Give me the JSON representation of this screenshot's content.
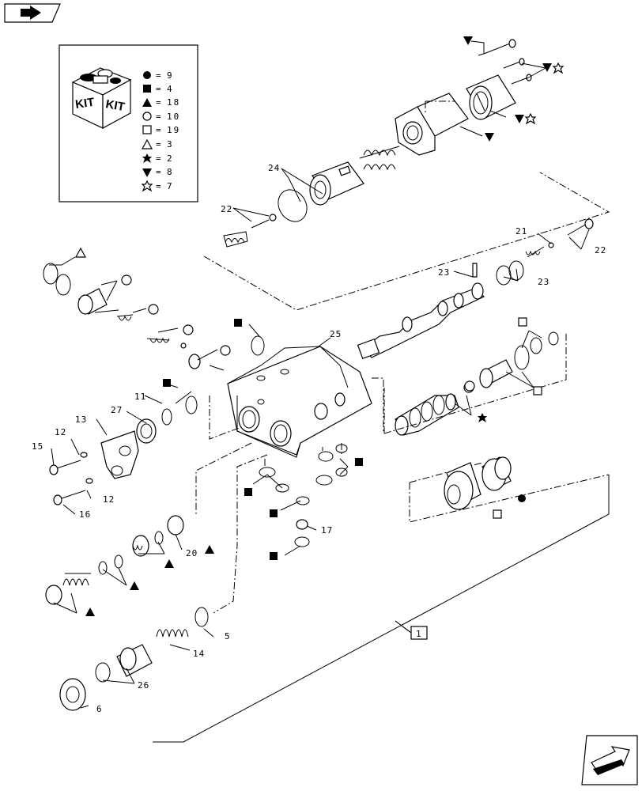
{
  "kit": {
    "word_left": "KIT",
    "word_right": "KIT",
    "legend": [
      {
        "symbol": "filled-circle",
        "eq": "=",
        "count": "9"
      },
      {
        "symbol": "filled-square",
        "eq": "=",
        "count": "4"
      },
      {
        "symbol": "filled-triangle",
        "eq": "=",
        "count": "18"
      },
      {
        "symbol": "open-circle",
        "eq": "=",
        "count": "10"
      },
      {
        "symbol": "open-square",
        "eq": "=",
        "count": "19"
      },
      {
        "symbol": "open-triangle",
        "eq": "=",
        "count": "3"
      },
      {
        "symbol": "filled-star",
        "eq": "=",
        "count": "2"
      },
      {
        "symbol": "filled-down-triangle",
        "eq": "=",
        "count": "8"
      },
      {
        "symbol": "open-star",
        "eq": "=",
        "count": "7"
      }
    ]
  },
  "callouts": {
    "c1": "1",
    "c5": "5",
    "c6": "6",
    "c11": "11",
    "c12a": "12",
    "c12b": "12",
    "c13": "13",
    "c14": "14",
    "c15": "15",
    "c16": "16",
    "c17": "17",
    "c20": "20",
    "c21": "21",
    "c22a": "22",
    "c22b": "22",
    "c23a": "23",
    "c23b": "23",
    "c24": "24",
    "c25": "25",
    "c26": "26",
    "c27": "27"
  },
  "icons": {
    "top_left": "book-arrow-icon",
    "bottom_right": "next-page-arrow-icon"
  }
}
